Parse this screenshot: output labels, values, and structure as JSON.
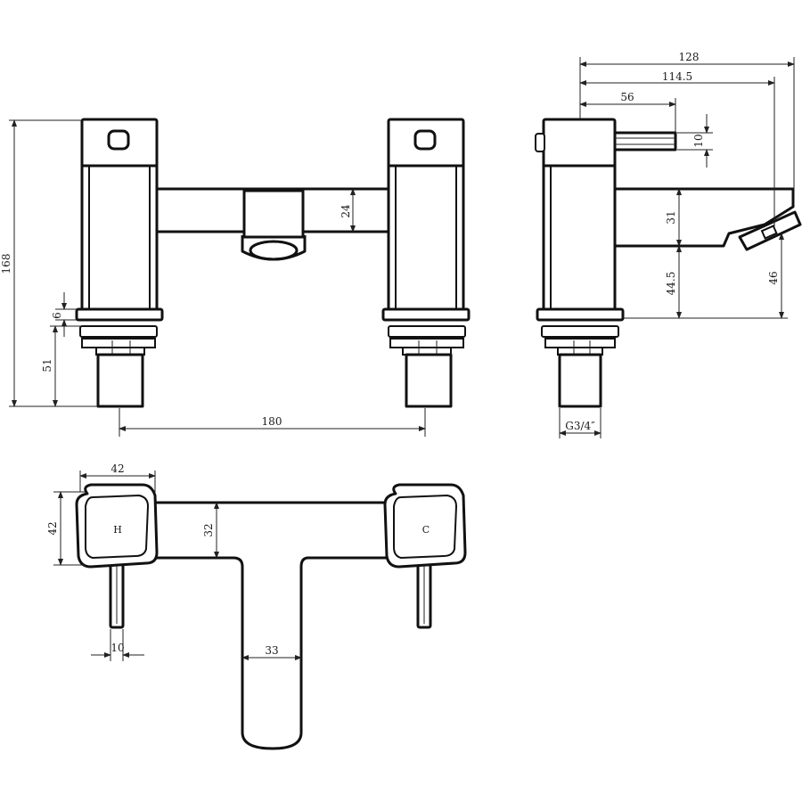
{
  "dimensions": {
    "overall_depth": "128",
    "spout_reach": "114.5",
    "handle_depth": "56",
    "lever_diameter": "10",
    "overall_height": "168",
    "bridge_height": "24",
    "flange_thickness": "6",
    "shank_length": "51",
    "centres": "180",
    "spout_height": "31",
    "spout_clearance": "44.5",
    "outlet_clearance": "46",
    "thread_size": "G3/4″",
    "body_width": "42",
    "body_depth": "42",
    "bridge_depth": "32",
    "lever_width": "10",
    "spout_width": "33"
  },
  "labels": {
    "hot": "H",
    "cold": "C"
  }
}
